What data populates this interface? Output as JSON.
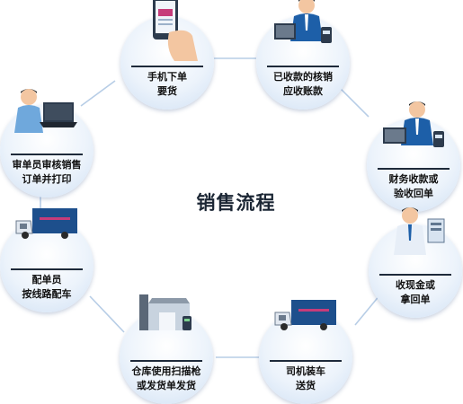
{
  "center_title": "销售流程",
  "steps": [
    {
      "id": "order",
      "line1": "手机下单",
      "line2": "要货"
    },
    {
      "id": "verify",
      "line1": "已收款的核销",
      "line2": "应收账款"
    },
    {
      "id": "finance",
      "line1": "财务收款或",
      "line2": "验收回单"
    },
    {
      "id": "collect",
      "line1": "收现金或",
      "line2": "拿回单"
    },
    {
      "id": "ship",
      "line1": "司机装车",
      "line2": "送货"
    },
    {
      "id": "warehouse",
      "line1": "仓库使用扫描枪",
      "line2": "或发货单发货"
    },
    {
      "id": "allocate",
      "line1": "配单员",
      "line2": "按线路配车"
    },
    {
      "id": "audit",
      "line1": "审单员审核销售",
      "line2": "订单并打印"
    }
  ],
  "colors": {
    "node_fill": "#ecf3fb",
    "connector": "#b7cde6",
    "label": "#111111",
    "accent_truck_stripe": "#c63c7a"
  }
}
